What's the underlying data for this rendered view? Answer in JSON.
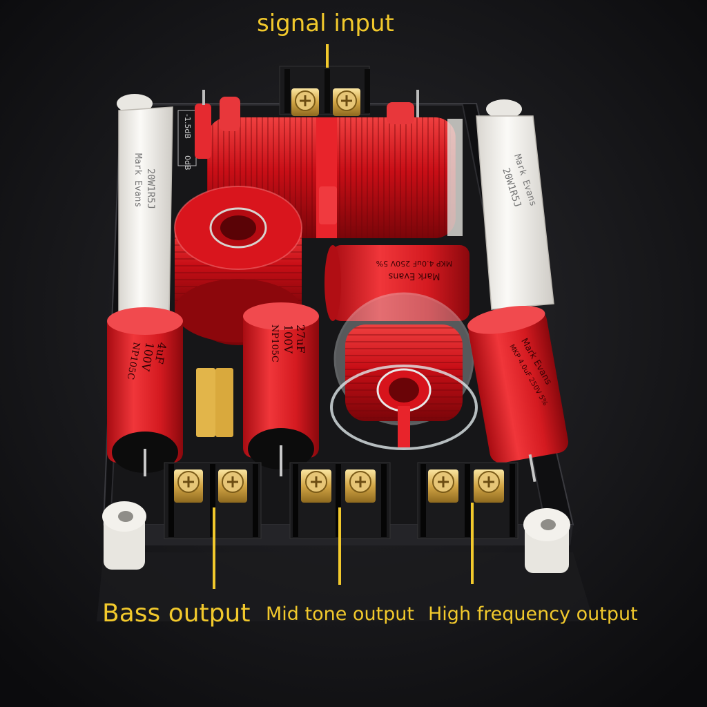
{
  "labels": {
    "signal_input": "signal input",
    "bass_output": "Bass output",
    "mid_output": "Mid tone output",
    "high_output": "High frequency output"
  },
  "components": {
    "resistor_left": {
      "brand": "Mark Evans",
      "rating": "20W1R5J"
    },
    "resistor_right": {
      "brand": "Mark Evans",
      "rating": "20W1R5J"
    },
    "film_cap_center": {
      "brand": "Mark Evans",
      "rating": "MKP 4.0uF 250V 5%"
    },
    "film_cap_right": {
      "brand": "Mark Evans",
      "rating": "MKP 4.0uF 250V 5%"
    },
    "electrolytic_left": {
      "line1": "4uF",
      "line2": "100V",
      "line3": "NP105C"
    },
    "electrolytic_mid": {
      "line1": "27uF",
      "line2": "100V",
      "line3": "NP105C"
    },
    "attenuation_left": "-1.5dB",
    "attenuation_zero": "0dB"
  },
  "colors": {
    "accent_label": "#f2c92c",
    "coil_red": "#d4111a",
    "capacitor_red": "#e0242a",
    "resistor_white": "#f4f2ee",
    "board_black": "#161618",
    "terminal_gold": "#d8b45a"
  }
}
